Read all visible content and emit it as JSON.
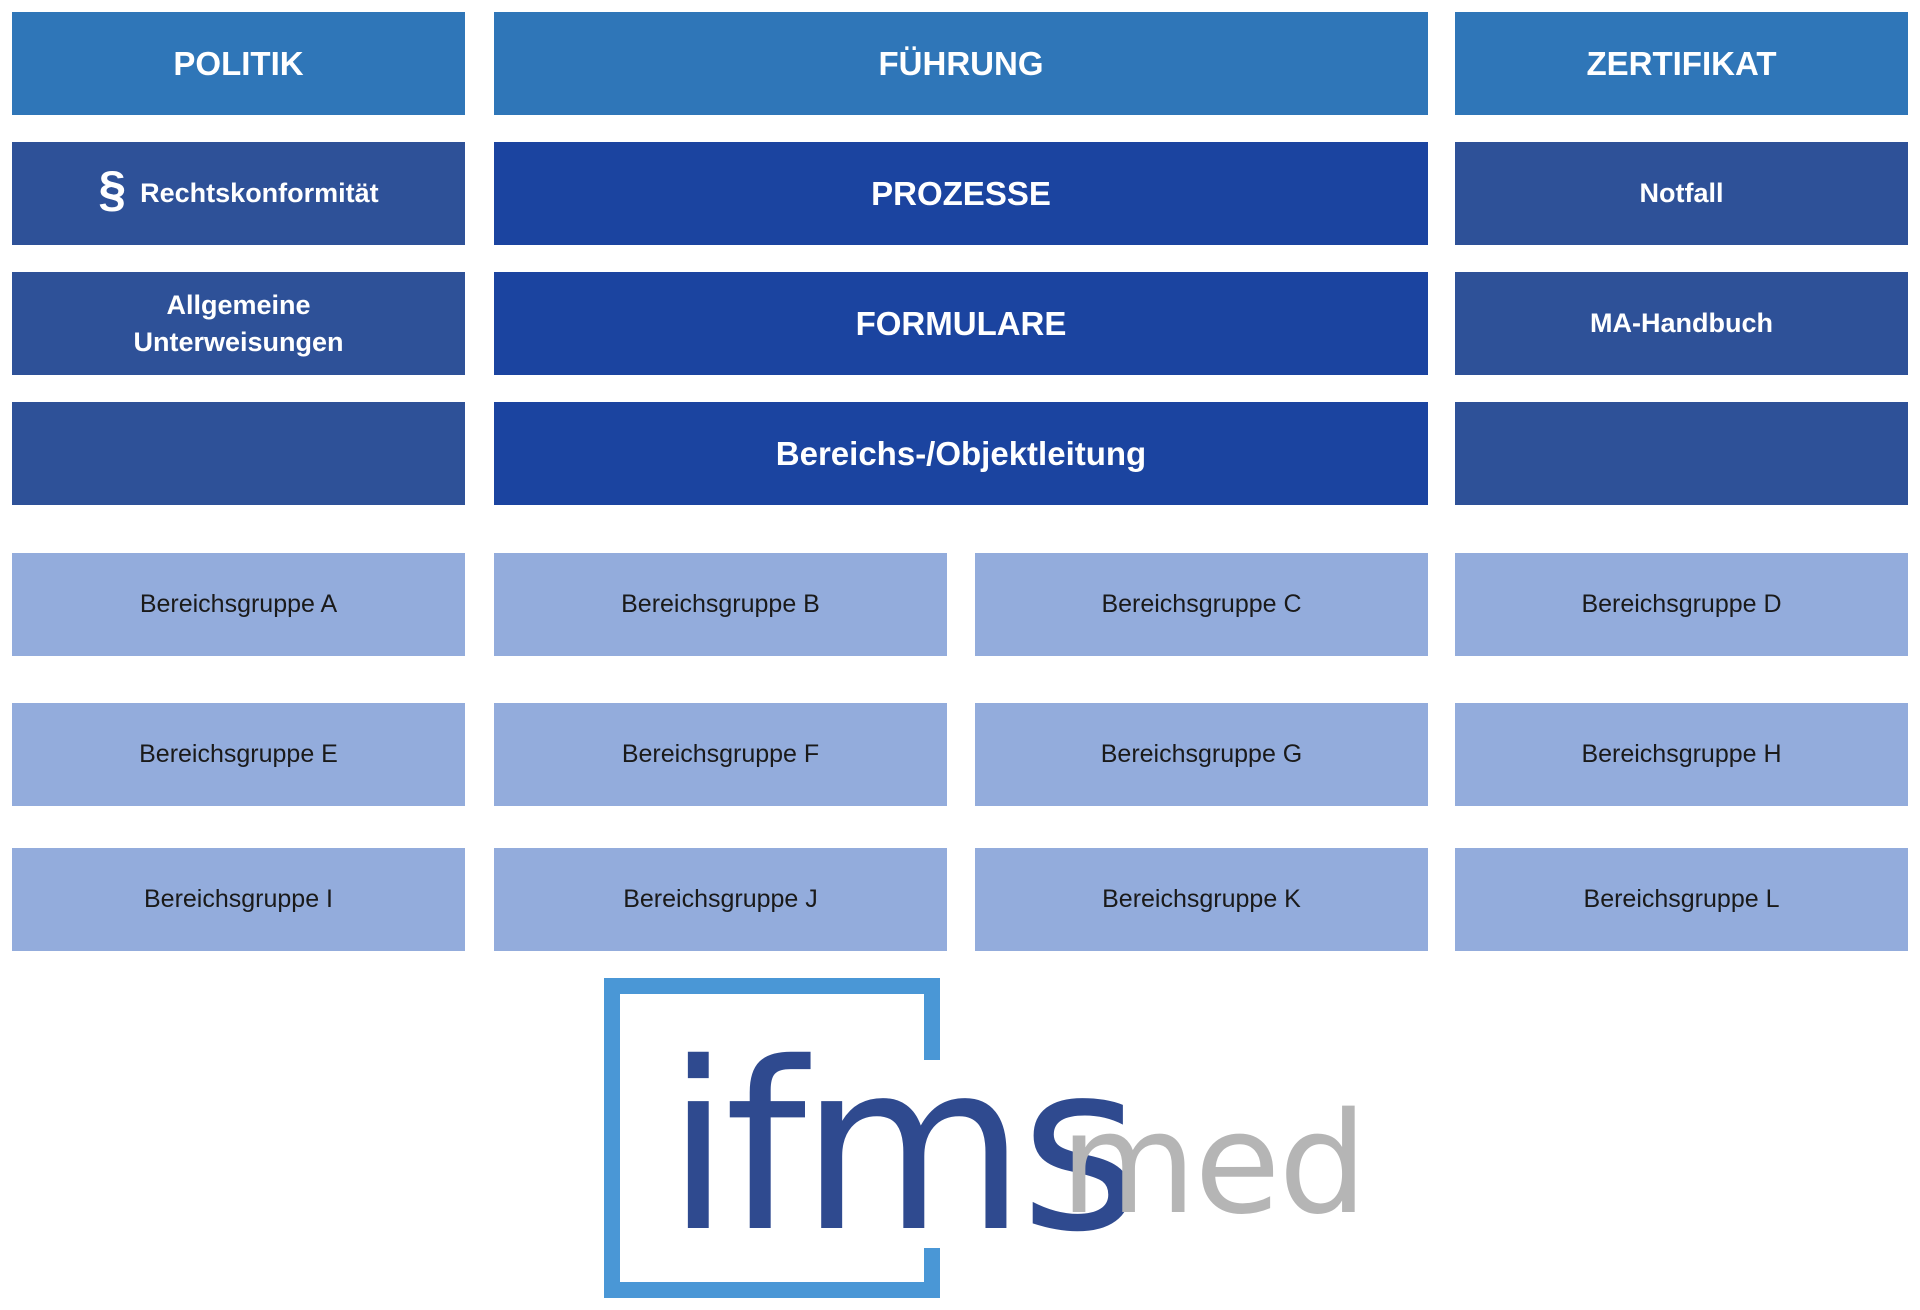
{
  "header": {
    "politik": "POLITIK",
    "fuehrung": "FÜHRUNG",
    "zertifikat": "ZERTIFIKAT"
  },
  "left_column": {
    "paragraph_symbol": "§",
    "rechtskonformitaet": "Rechtskonformität",
    "unterweisungen_line1": "Allgemeine",
    "unterweisungen_line2": "Unterweisungen"
  },
  "center_column": {
    "prozesse": "PROZESSE",
    "formulare": "FORMULARE",
    "leitung": "Bereichs-/Objektleitung"
  },
  "right_column": {
    "notfall": "Notfall",
    "handbuch": "MA-Handbuch"
  },
  "groups": [
    "Bereichsgruppe A",
    "Bereichsgruppe B",
    "Bereichsgruppe C",
    "Bereichsgruppe D",
    "Bereichsgruppe E",
    "Bereichsgruppe F",
    "Bereichsgruppe G",
    "Bereichsgruppe H",
    "Bereichsgruppe I",
    "Bereichsgruppe J",
    "Bereichsgruppe K",
    "Bereichsgruppe L"
  ],
  "logo": {
    "brand": "ifms",
    "suffix": "med"
  },
  "colors": {
    "header_blue": "#2f76b8",
    "center_blue": "#1b44a0",
    "side_blue": "#2e5198",
    "group_blue": "#93acdc",
    "logo_frame": "#4a97d6",
    "logo_text": "#2f4a8f",
    "logo_suffix": "#b5b5b5"
  }
}
